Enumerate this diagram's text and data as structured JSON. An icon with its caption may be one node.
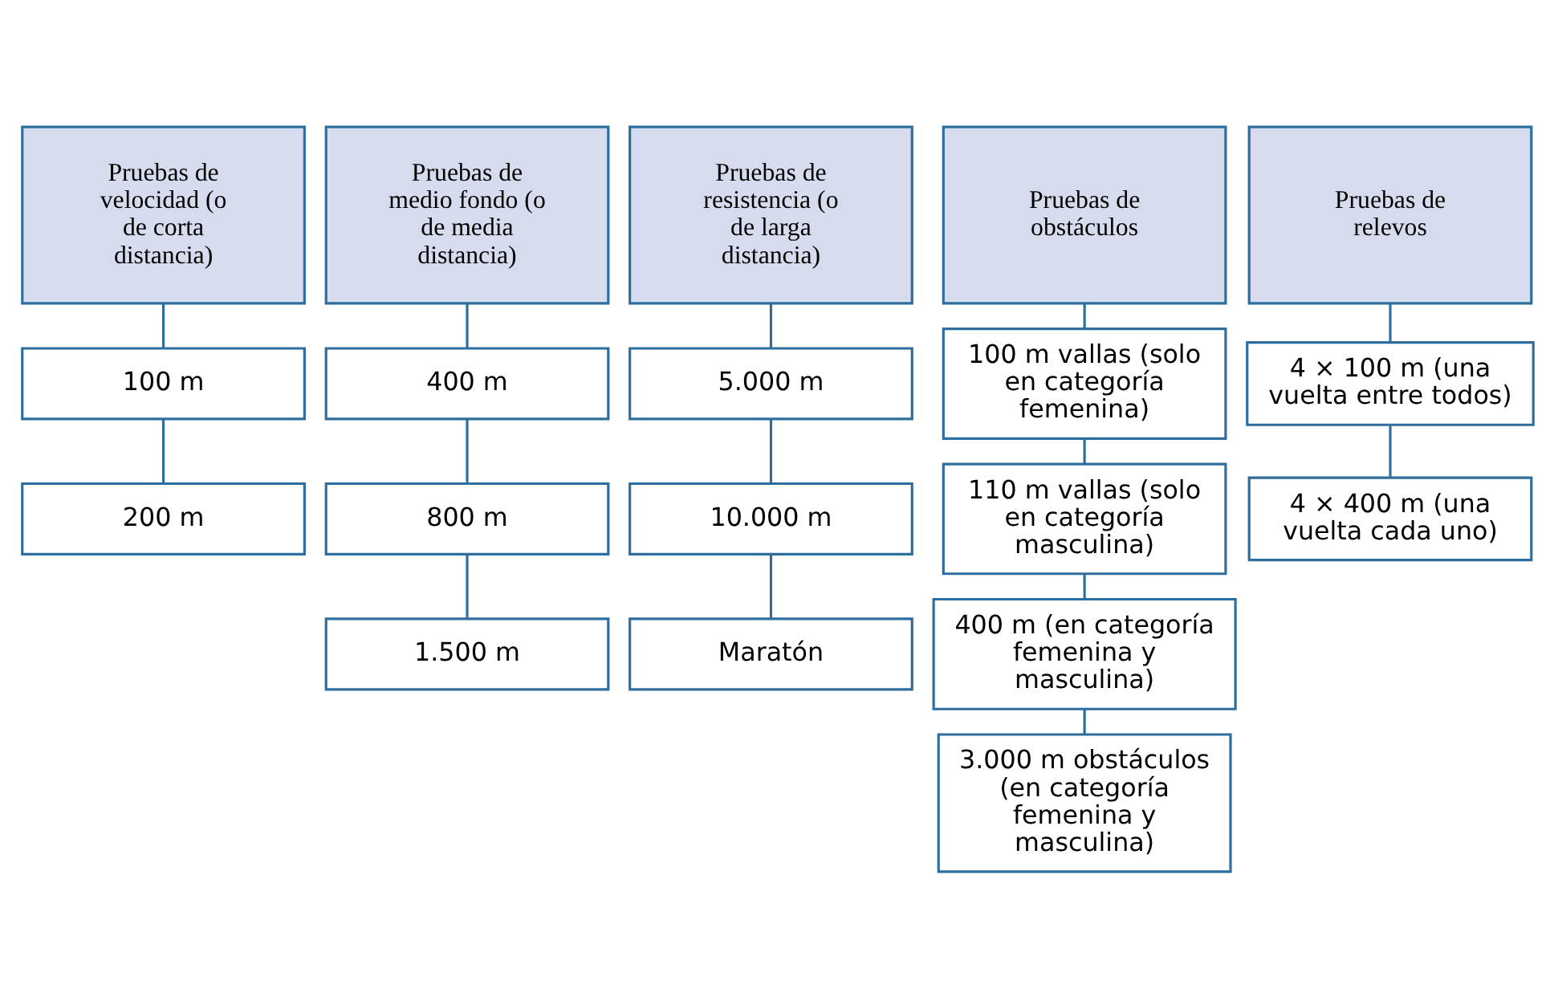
{
  "diagram": {
    "nodes": [
      {
        "text": [
          "Pruebas de velocidad (o de corta distancia)"
        ]
      },
      {
        "text": [
          "100 m"
        ]
      },
      {
        "text": [
          "200 m"
        ]
      },
      {
        "text": [
          "Pruebas de medio fondo (o de media distancia)"
        ]
      },
      {
        "text": [
          "400 m"
        ]
      },
      {
        "text": [
          "800 m"
        ]
      },
      {
        "text": [
          "1.500 m"
        ]
      },
      {
        "text": [
          "Pruebas de resistencia (o de larga distancia)"
        ]
      },
      {
        "text": [
          "5.000 m"
        ]
      },
      {
        "text": [
          "10.000 m"
        ]
      },
      {
        "text": [
          "Maratón"
        ]
      },
      {
        "text": [
          "Pruebas de obstáculos"
        ]
      },
      {
        "text": [
          "100 m vallas (solo en categoría femenina)"
        ]
      },
      {
        "text": [
          "110 m vallas (solo en categoría masculina)"
        ]
      },
      {
        "text": [
          "400 m (en categoría femenina y masculina)"
        ]
      },
      {
        "text": [
          "3.000 m obstáculos (en categoría femenina y masculina)"
        ]
      },
      {
        "text": [
          "Pruebas de relevos"
        ]
      },
      {
        "text": [
          "4 × 100 m (una vuelta entre todos)"
        ]
      },
      {
        "text": [
          "4 × 400 m (una vuelta cada uno)"
        ]
      }
    ],
    "edges": [
      {
        "from": 0,
        "to": 1,
        "arrow": "none"
      },
      {
        "from": 1,
        "to": 2,
        "arrow": "none"
      },
      {
        "from": 3,
        "to": 4,
        "arrow": "none"
      },
      {
        "from": 4,
        "to": 5,
        "arrow": "none"
      },
      {
        "from": 5,
        "to": 6,
        "arrow": "none"
      },
      {
        "from": 7,
        "to": 8,
        "arrow": "none"
      },
      {
        "from": 8,
        "to": 9,
        "arrow": "none"
      },
      {
        "from": 9,
        "to": 10,
        "arrow": "none"
      },
      {
        "from": 11,
        "to": 12,
        "arrow": "none"
      },
      {
        "from": 12,
        "to": 13,
        "arrow": "none"
      },
      {
        "from": 13,
        "to": 14,
        "arrow": "none"
      },
      {
        "from": 14,
        "to": 15,
        "arrow": "none"
      },
      {
        "from": 16,
        "to": 17,
        "arrow": "none"
      },
      {
        "from": 17,
        "to": 18,
        "arrow": "none"
      }
    ]
  }
}
